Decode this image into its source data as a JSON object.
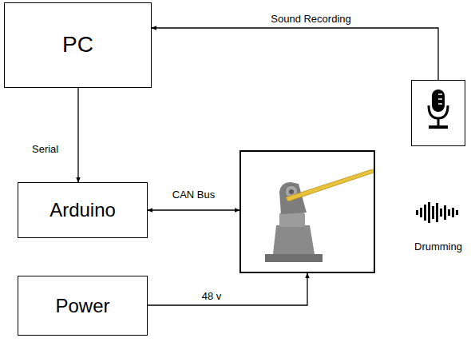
{
  "diagram": {
    "nodes": [
      {
        "text": [
          "PC"
        ]
      },
      {
        "text": []
      },
      {
        "text": [
          "Arduino"
        ]
      },
      {
        "text": []
      },
      {
        "text": [
          "Power"
        ]
      }
    ],
    "edges": [
      {
        "from": 0,
        "to": 2,
        "arrow": "to",
        "label": "Serial"
      },
      {
        "from": 2,
        "to": 3,
        "arrow": "both",
        "label": "CAN Bus"
      },
      {
        "from": 4,
        "to": 3,
        "arrow": "to",
        "label": "48 v"
      },
      {
        "from": 1,
        "to": 0,
        "arrow": "to",
        "label": "Sound Recording"
      }
    ],
    "labels": [
      "Drumming"
    ]
  }
}
